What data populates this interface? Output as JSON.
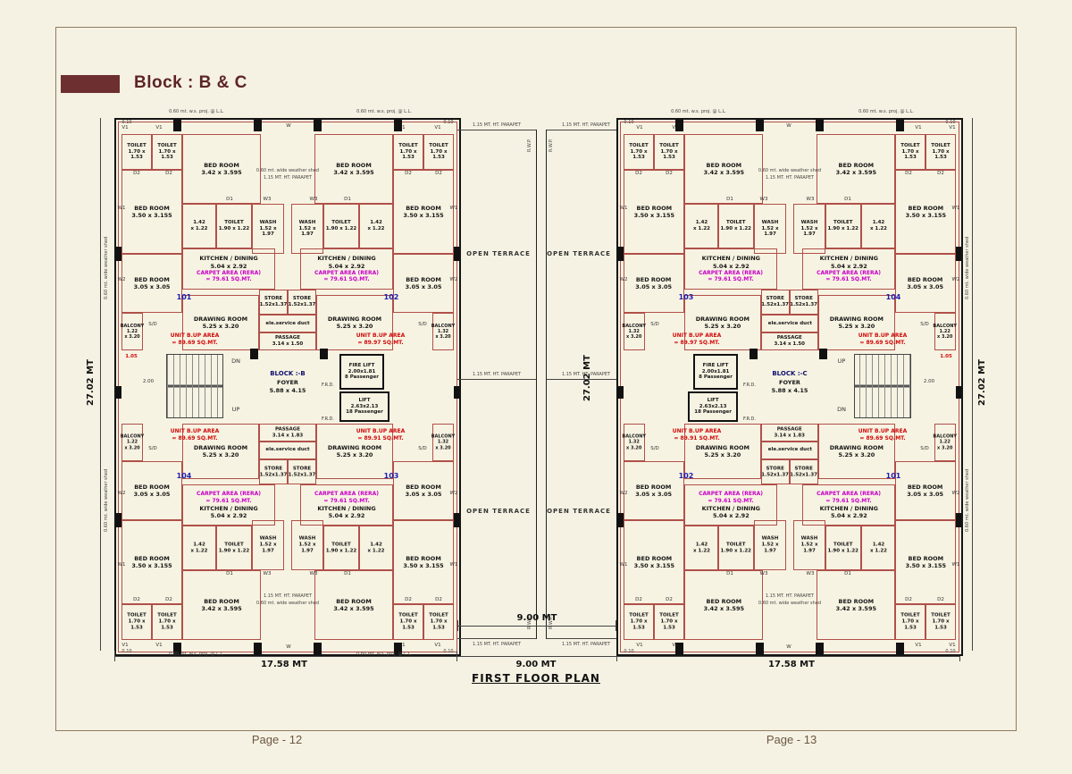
{
  "title": {
    "label": "Block : B & C"
  },
  "plan": {
    "title": "FIRST FLOOR PLAN"
  },
  "footer": {
    "page_left": "Page - 12",
    "page_right": "Page - 13"
  },
  "dims": {
    "block_width": "17.58 MT",
    "gap_width": "9.00 MT",
    "height": "27.02 MT",
    "stair_width": "2.00",
    "ledge": "1.05",
    "d010": "0.10"
  },
  "edge": {
    "ws_proj": "0.60 mt. w.s. proj. @ L.L.",
    "weather_shed": "0.60 mt. wide weather shed",
    "parapet": "1.15 MT. HT. PARAPET",
    "rwp": "R.W.P.",
    "open_terrace": "OPEN TERRACE"
  },
  "rooms": {
    "toilet_sm": "TOILET\n1.70 x 1.53",
    "bed_342": "BED ROOM\n3.42 x 3.595",
    "bed_350": "BED ROOM\n3.50 x 3.155",
    "bed_305": "BED ROOM\n3.05 x 3.05",
    "toilet_md": "TOILET\n1.90 x 1.22",
    "wash": "WASH\n1.52 x 1.97",
    "lobby": "1.42\nx 1.22",
    "kitchen": "KITCHEN / DINING\n5.04 x 2.92",
    "carpet": "CARPET AREA (RERA)\n= 79.61 SQ.MT.",
    "store": "STORE\n1.52x1.37",
    "duct": "ele.service duct",
    "drawing": "DRAWING ROOM\n5.25 x 3.20",
    "balcony_outer": "BALCONY\n1.22\nx 3.20",
    "balcony_inner": "BALCONY\n1.32\nx 3.20"
  },
  "core": {
    "fire_lift": "FIRE LIFT\n2.00x1.81\n8 Passenger",
    "lift": "LIFT\n2.63x2.13\n18 Passenger",
    "frd": "F.R.D.",
    "foyer": "FOYER",
    "foyer_dim": "5.88 x 4.15"
  },
  "tags": {
    "w": "W",
    "w1": "W1",
    "w2": "W2",
    "w3": "W3",
    "v1": "V1",
    "d1": "D1",
    "d2": "D2",
    "sd": "S/D"
  },
  "blocks": [
    {
      "name": "BLOCK :-B",
      "stair_top": "DN",
      "stair_bottom": "UP",
      "halves": [
        {
          "unit_outer": "101",
          "unit_inner": "102",
          "area_outer": "UNIT B.UP AREA\n= 89.69 SQ.MT.",
          "area_inner": "UNIT B.UP AREA\n= 89.97 SQ.MT.",
          "passage": "PASSAGE\n3.14 x 1.50"
        },
        {
          "unit_outer": "104",
          "unit_inner": "103",
          "area_outer": "UNIT B.UP AREA\n= 89.69 SQ.MT.",
          "area_inner": "UNIT B.UP AREA\n= 89.91 SQ.MT.",
          "passage": "PASSAGE\n3.14 x 1.83"
        }
      ]
    },
    {
      "name": "BLOCK :-C",
      "stair_top": "UP",
      "stair_bottom": "DN",
      "halves": [
        {
          "unit_outer": "104",
          "unit_inner": "103",
          "area_outer": "UNIT B.UP AREA\n= 89.69 SQ.MT.",
          "area_inner": "UNIT B.UP AREA\n= 89.97 SQ.MT.",
          "passage": "PASSAGE\n3.14 x 1.50"
        },
        {
          "unit_outer": "101",
          "unit_inner": "102",
          "area_outer": "UNIT B.UP AREA\n= 89.69 SQ.MT.",
          "area_inner": "UNIT B.UP AREA\n= 89.91 SQ.MT.",
          "passage": "PASSAGE\n3.14 x 1.83"
        }
      ]
    }
  ],
  "colors": {
    "accent": "#6d2f2f",
    "unit_number": "#1d1db0",
    "unit_area": "#cf0a0a",
    "carpet_area": "#c800c8"
  }
}
